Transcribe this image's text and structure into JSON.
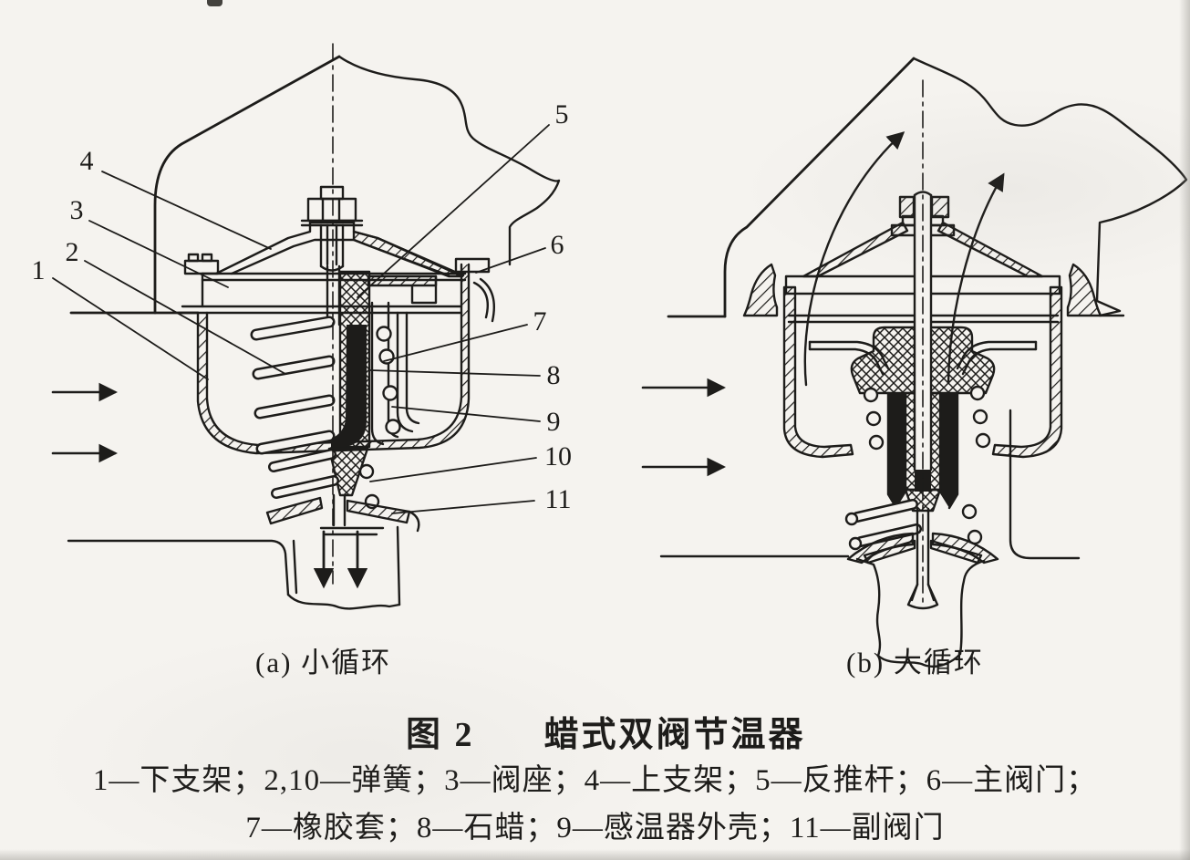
{
  "colors": {
    "paper": "#f5f3ef",
    "ink": "#1d1c1a"
  },
  "figure_caption": {
    "number": "图 2",
    "title": "蜡式双阀节温器"
  },
  "legend": {
    "line1": "1—下支架；2,10—弹簧；3—阀座；4—上支架；5—反推杆；6—主阀门；",
    "line2": "7—橡胶套；8—石蜡；9—感温器外壳；11—副阀门"
  },
  "panel_a": {
    "caption": "(a) 小循环"
  },
  "panel_b": {
    "caption": "(b) 大循环"
  },
  "part_labels": [
    {
      "num": "1"
    },
    {
      "num": "2"
    },
    {
      "num": "3"
    },
    {
      "num": "4"
    },
    {
      "num": "5"
    },
    {
      "num": "6"
    },
    {
      "num": "7"
    },
    {
      "num": "8"
    },
    {
      "num": "9"
    },
    {
      "num": "10"
    },
    {
      "num": "11"
    }
  ]
}
